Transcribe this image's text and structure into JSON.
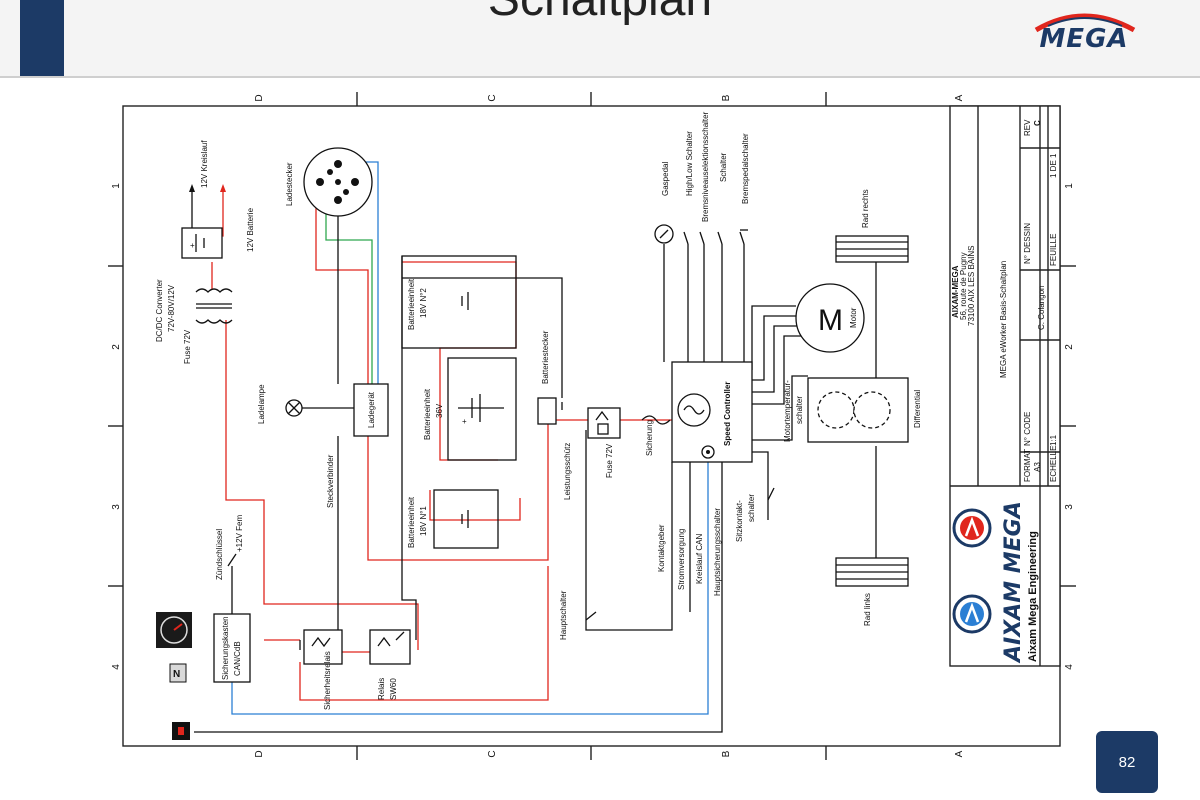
{
  "slide": {
    "title": "Schaltplan",
    "logo": "MEGA",
    "page_number": "82"
  },
  "frame": {
    "columns": [
      "D",
      "C",
      "B",
      "A"
    ],
    "rows": [
      "1",
      "2",
      "3",
      "4"
    ]
  },
  "title_block": {
    "company": "AIXAM-MEGA",
    "address1": "56, route de Pugny",
    "address2": "73100 AIX LES BAINS",
    "drawing_title": "MEGA eWorker Basis-Schaltplan",
    "drawn_by": "C. Colangon",
    "labels": {
      "format": "FORMAT",
      "code": "N° CODE",
      "dessin": "N° DESSIN",
      "rev": "REV",
      "echelle": "ECHELLE",
      "feuille": "FEUILLE"
    },
    "values": {
      "format": "A3",
      "rev": "C",
      "echelle": "1:1",
      "feuille": "1 DE 1"
    },
    "brand": "AIXAM MEGA",
    "engineering": "Aixam Mega Engineering"
  },
  "labels": {
    "kreislauf_12v": "12V Kreislauf",
    "batterie_12v": "12V Batterie",
    "dcdc": "DC/DC Converter",
    "dcdc_spec": "72V-80V/12V",
    "fuse_72v": "Fuse 72V",
    "ladestecker": "Ladestecker",
    "ladelampe": "Ladelampe",
    "ladegeraet": "Ladegerät",
    "steckverbinder": "Steckverbinder",
    "batt_n2_a": "Batterieeinheit",
    "batt_n2_b": "18V N°2",
    "batt_36_a": "Batterieeinheit",
    "batt_36_b": "36V",
    "batt_n1_a": "Batterieeinheit",
    "batt_n1_b": "18V N°1",
    "batteriestecker": "Batteriestecker",
    "leistungsschuetz": "Leistungsschütz",
    "fuse_72v_2": "Fuse 72V",
    "sicherung": "Sicherung",
    "speed_controller": "Speed Controller",
    "gaspedal": "Gaspedal",
    "high_low": "High/Low Schalter",
    "bremsniveau": "Bremsniveauselektionsschalter",
    "schalter": "Schalter",
    "bremspedal": "Bremspedalschalter",
    "motor_symbol": "M",
    "motor": "Motor",
    "motortemp_a": "Motortemperatur-",
    "motortemp_b": "schalter",
    "differential": "Differential",
    "rad_rechts": "Rad rechts",
    "rad_links": "Rad links",
    "sitzkontakt_a": "Sitzkontakt-",
    "sitzkontakt_b": "schalter",
    "kontaktgeber": "Kontaktgeber",
    "stromversorgung": "Stromversorgung",
    "kreislauf_can": "Kreislauf CAN",
    "hauptsicherung": "Hauptsicherungsschalter",
    "hauptschalter": "Hauptschalter",
    "zuendschluessel": "Zündschlüssel",
    "plus12v": "+12V Fem",
    "sicherungskasten_a": "Sicherungskasten",
    "sicherungskasten_b": "CAN/CdB",
    "sicherheitsrelais": "Sicherheitsrelais",
    "relais_a": "Relais",
    "relais_b": "SW60",
    "n_label": "N"
  },
  "colors": {
    "header_bar": "#1c3a66",
    "wire_red": "#e0261d",
    "wire_blue": "#2b7fd4",
    "wire_green": "#2fa84f",
    "wire_black": "#111111",
    "frame": "#222222"
  }
}
